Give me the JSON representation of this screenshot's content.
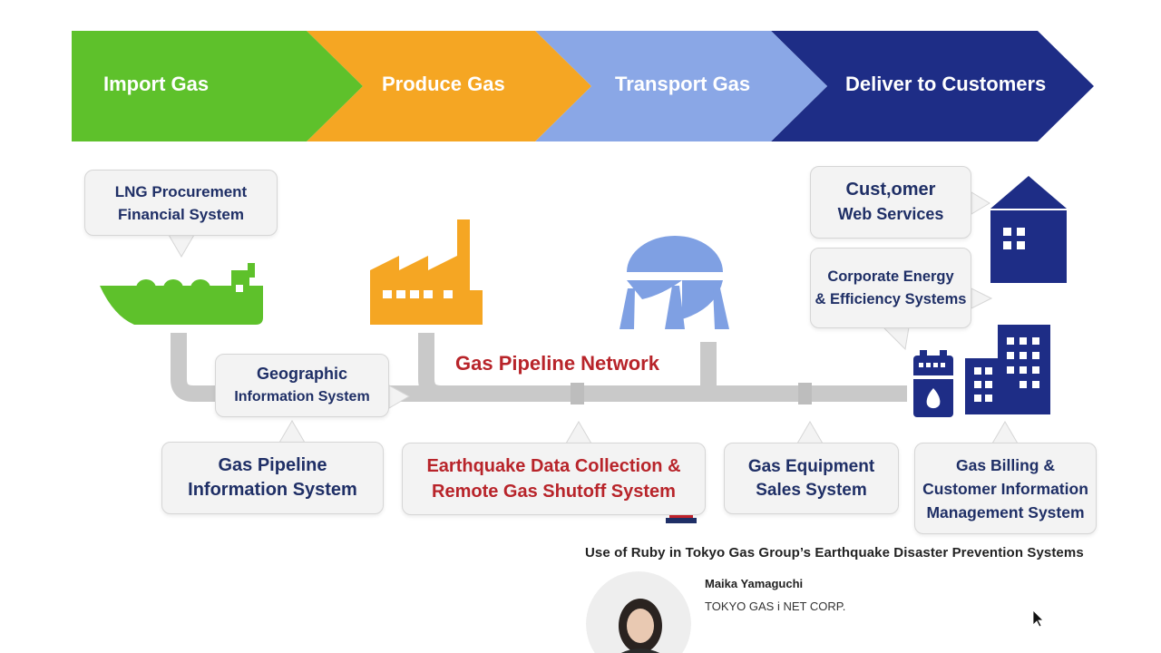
{
  "stages": [
    {
      "label": "Import Gas",
      "color": "#5ec12b"
    },
    {
      "label": "Produce Gas",
      "color": "#f5a623"
    },
    {
      "label": "Transport Gas",
      "color": "#8aa7e6"
    },
    {
      "label": "Deliver to Customers",
      "color": "#1e2d86"
    }
  ],
  "pipeline_label": "Gas Pipeline Network",
  "systems": {
    "lng": [
      "LNG Procurement",
      "Financial System"
    ],
    "geographic": [
      "Geographic",
      "Information System"
    ],
    "gas_pipeline": [
      "Gas Pipeline",
      "Information System"
    ],
    "earthquake": [
      "Earthquake Data Collection &",
      "Remote Gas Shutoff System"
    ],
    "equipment": [
      "Gas Equipment",
      "Sales System"
    ],
    "billing": [
      "Gas Billing &",
      "Customer Information",
      "Management System"
    ],
    "customer_web": [
      "Cust,omer",
      "Web Services"
    ],
    "corporate": [
      "Corporate Energy",
      "& Efficiency Systems"
    ]
  },
  "icons": {
    "ship": "lng-tanker-icon",
    "factory": "factory-icon",
    "tank": "spherical-gas-tank-icon",
    "house": "house-icon",
    "office": "office-building-icon",
    "meter": "gas-meter-icon",
    "alarm": "alarm-light-icon"
  },
  "colors": {
    "accent_red": "#b8242a",
    "text_navy": "#1f2f66",
    "pipe_gray": "#c9c9c9"
  },
  "talk": {
    "title": "Use of Ruby in Tokyo Gas Group’s Earthquake Disaster Prevention Systems",
    "speaker": "Maika Yamaguchi",
    "organization": "TOKYO GAS i NET CORP."
  }
}
